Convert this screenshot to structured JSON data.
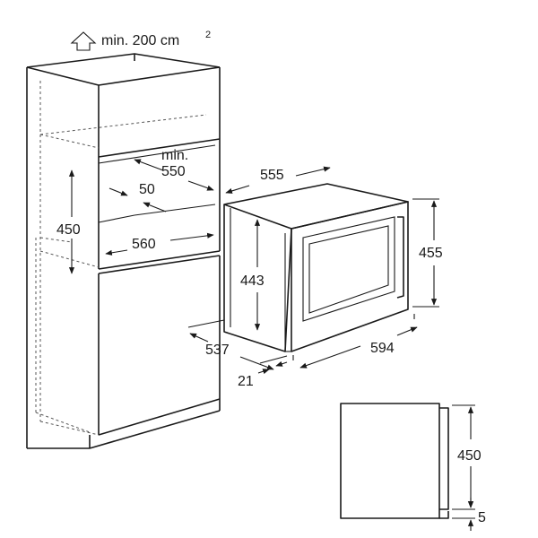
{
  "labels": {
    "ventilation_min": "min. 200 cm",
    "ventilation_sup": "2",
    "niche_min": "min.",
    "niche_depth_550": "550",
    "gap_50": "50",
    "niche_height_450": "450",
    "niche_width_560": "560",
    "oven_depth_555": "555",
    "oven_height_443": "443",
    "oven_height_455": "455",
    "oven_depth_537": "537",
    "oven_width_594": "594",
    "door_21": "21",
    "side_height_450": "450",
    "side_gap_5": "5"
  },
  "colors": {
    "line": "#1a1a1a",
    "dashed": "#555555",
    "background": "#ffffff"
  },
  "icons": [
    "arrow-up-icon"
  ]
}
